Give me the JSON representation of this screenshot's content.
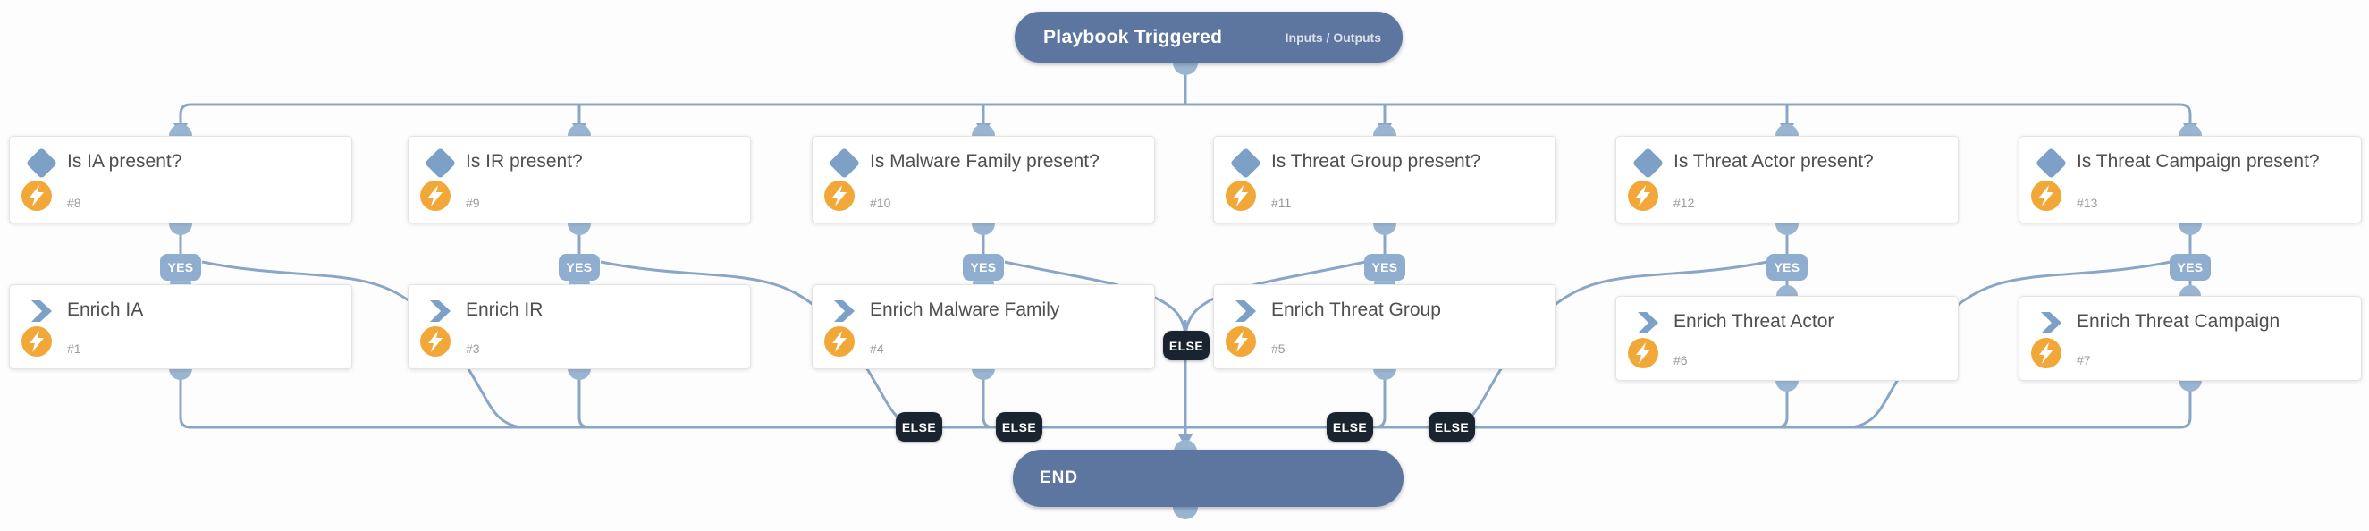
{
  "trigger": {
    "label": "Playbook Triggered",
    "sublabel": "Inputs / Outputs"
  },
  "end_node": {
    "label": "END"
  },
  "branch_labels": {
    "yes": "YES",
    "else": "ELSE"
  },
  "conditions": [
    {
      "label": "Is IA present?",
      "id": "#8"
    },
    {
      "label": "Is IR present?",
      "id": "#9"
    },
    {
      "label": "Is Malware Family present?",
      "id": "#10"
    },
    {
      "label": "Is Threat Group present?",
      "id": "#11"
    },
    {
      "label": "Is Threat Actor present?",
      "id": "#12"
    },
    {
      "label": "Is Threat Campaign present?",
      "id": "#13"
    }
  ],
  "actions": [
    {
      "label": "Enrich IA",
      "id": "#1"
    },
    {
      "label": "Enrich IR",
      "id": "#3"
    },
    {
      "label": "Enrich Malware Family",
      "id": "#4"
    },
    {
      "label": "Enrich Threat Group",
      "id": "#5"
    },
    {
      "label": "Enrich Threat Actor",
      "id": "#6"
    },
    {
      "label": "Enrich Threat Campaign",
      "id": "#7"
    }
  ],
  "colors": {
    "node_pill": "#5c76a0",
    "wire": "#8aa6c6",
    "connector": "#9ab5d2",
    "yes_badge": "#8fadce",
    "else_badge": "#1a2430",
    "bolt_circle": "#f2a838",
    "icon_blue": "#7ca0c6"
  }
}
